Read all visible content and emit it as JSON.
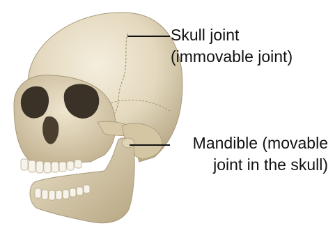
{
  "annotations": [
    {
      "id": "skull-joint",
      "line1": "Skull joint",
      "line2": "(immovable joint)"
    },
    {
      "id": "mandible",
      "line1": "Mandible (movable",
      "line2": "joint in the skull)"
    }
  ],
  "colors": {
    "bone": "#e9e0c8",
    "bone_shadow": "#b9ab8c",
    "leader_line": "#111111",
    "label_text": "#111111"
  }
}
